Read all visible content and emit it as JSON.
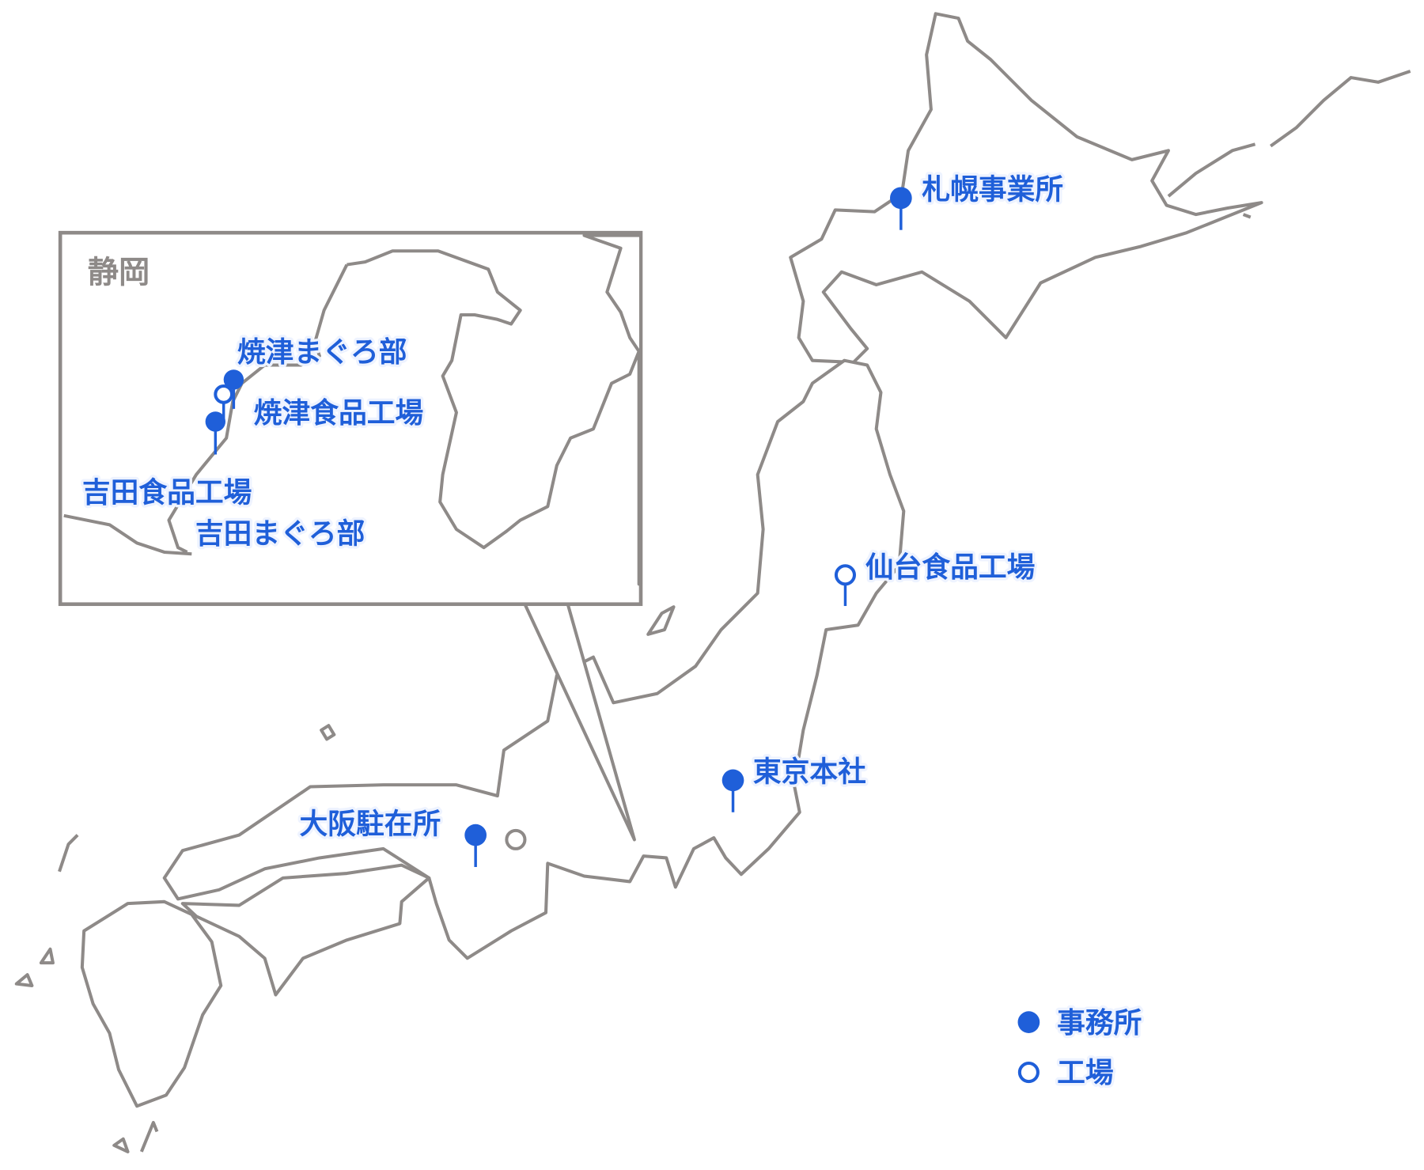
{
  "inset": {
    "title": "静岡",
    "locations": [
      {
        "name": "焼津まぐろ部",
        "type": "office"
      },
      {
        "name": "焼津食品工場",
        "type": "factory"
      },
      {
        "name": "吉田食品工場",
        "type": "factory"
      },
      {
        "name": "吉田まぐろ部",
        "type": "office"
      }
    ]
  },
  "locations": [
    {
      "name": "札幌事業所",
      "type": "office"
    },
    {
      "name": "仙台食品工場",
      "type": "factory"
    },
    {
      "name": "東京本社",
      "type": "office"
    },
    {
      "name": "大阪駐在所",
      "type": "office"
    }
  ],
  "legend": {
    "office": "事務所",
    "factory": "工場"
  },
  "colors": {
    "marker": "#1f5fd9",
    "outline": "#8e8a88"
  }
}
